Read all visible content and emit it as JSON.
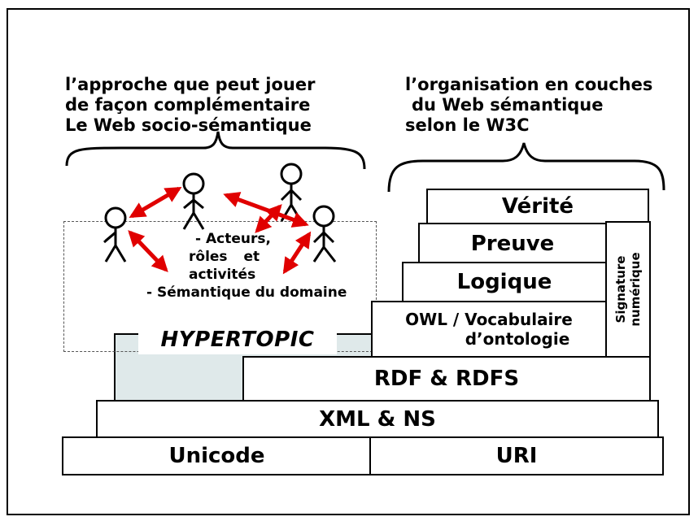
{
  "left_heading": {
    "line1": "l’approche que peut jouer",
    "line2": "de façon complémentaire",
    "line3": "Le Web socio-sémantique"
  },
  "right_heading": {
    "line1": "l’organisation en couches",
    "line2": "du Web sémantique",
    "line3": "selon le W3C"
  },
  "actors_text": {
    "line1": "- Acteurs,",
    "line2": "rôles",
    "line2b": "et",
    "line3": "activités",
    "line4": "- Sémantique du domaine"
  },
  "hypertopic_label": "HYPERTOPIC",
  "layers": {
    "verite": "Vérité",
    "preuve": "Preuve",
    "logique": "Logique",
    "owl_line1": "OWL / Vocabulaire",
    "owl_line2": "d’ontologie",
    "rdf": "RDF & RDFS",
    "xml": "XML & NS",
    "unicode": "Unicode",
    "uri": "URI"
  },
  "signature": {
    "line1": "Signature",
    "line2": "numérique"
  },
  "colors": {
    "arrow": "#e00000",
    "hypertopic_fill": "#dfe9ea",
    "stroke": "#000000"
  }
}
